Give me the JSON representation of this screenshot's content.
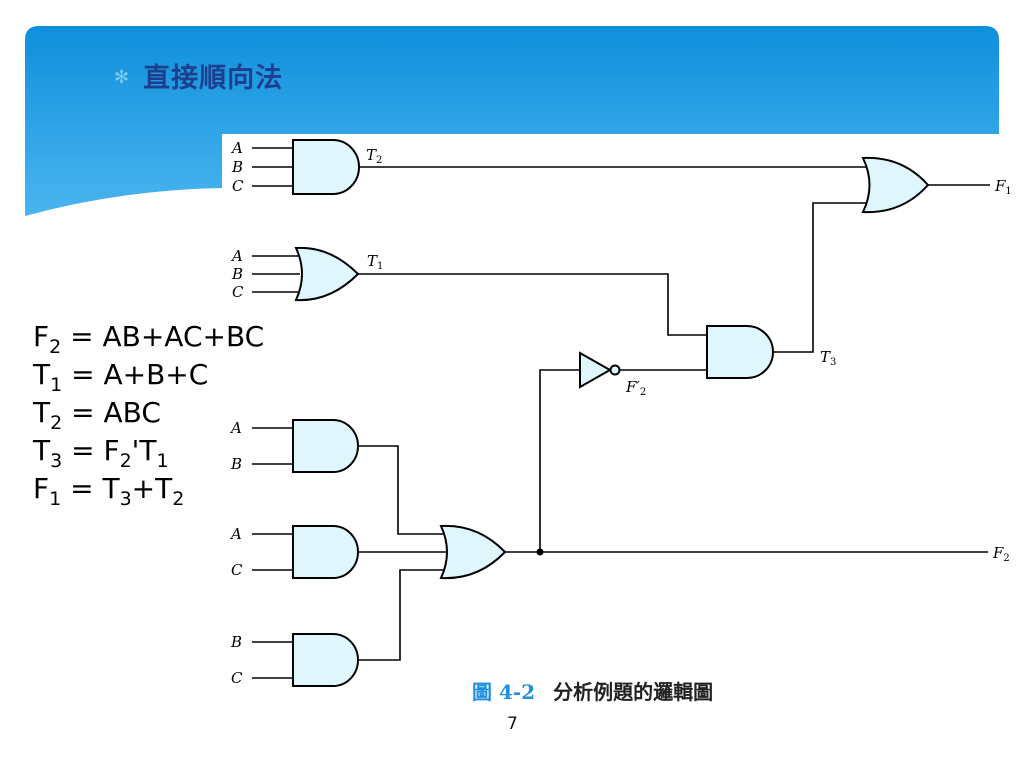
{
  "slide": {
    "title": "直接順向法",
    "bullet_icon": "asterisk-bullet",
    "page_number": "7",
    "colors": {
      "header_top": "#0f8fdc",
      "header_bottom": "#44b2ee",
      "title": "#1c3f8f",
      "gate_fill": "#dff7fc",
      "caption_number": "#1e8fe0"
    }
  },
  "equations": [
    {
      "lhs": "F",
      "lhs_sub": "2",
      "rhs": " = AB+AC+BC"
    },
    {
      "lhs": "T",
      "lhs_sub": "1",
      "rhs": " = A+B+C"
    },
    {
      "lhs": "T",
      "lhs_sub": "2",
      "rhs": " = ABC"
    },
    {
      "lhs": "T",
      "lhs_sub": "3",
      "rhs_parts": [
        " = F",
        "2",
        "'T",
        "1"
      ]
    },
    {
      "lhs": "F",
      "lhs_sub": "1",
      "rhs_parts": [
        " = T",
        "3",
        "+T",
        "2"
      ]
    }
  ],
  "diagram": {
    "caption_number": "圖 4-2",
    "caption_text": "分析例題的邏輯圖",
    "gates": [
      {
        "id": "and-abc",
        "type": "AND",
        "inputs": [
          "A",
          "B",
          "C"
        ],
        "output": "T2"
      },
      {
        "id": "or-abc",
        "type": "OR",
        "inputs": [
          "A",
          "B",
          "C"
        ],
        "output": "T1"
      },
      {
        "id": "and-ab",
        "type": "AND",
        "inputs": [
          "A",
          "B"
        ]
      },
      {
        "id": "and-ac",
        "type": "AND",
        "inputs": [
          "A",
          "C"
        ]
      },
      {
        "id": "and-bc",
        "type": "AND",
        "inputs": [
          "B",
          "C"
        ]
      },
      {
        "id": "or-f2",
        "type": "OR",
        "inputs": [
          "AB",
          "AC",
          "BC"
        ],
        "output": "F2"
      },
      {
        "id": "not-f2",
        "type": "NOT",
        "inputs": [
          "F2"
        ],
        "output": "F'2"
      },
      {
        "id": "and-t3",
        "type": "AND",
        "inputs": [
          "T1",
          "F'2"
        ],
        "output": "T3"
      },
      {
        "id": "or-f1",
        "type": "OR",
        "inputs": [
          "T2",
          "T3"
        ],
        "output": "F1"
      }
    ],
    "labels": {
      "A": "A",
      "B": "B",
      "C": "C",
      "T": "T",
      "F": "F",
      "Fp": "F′",
      "s1": "1",
      "s2": "2",
      "s3": "3"
    }
  }
}
